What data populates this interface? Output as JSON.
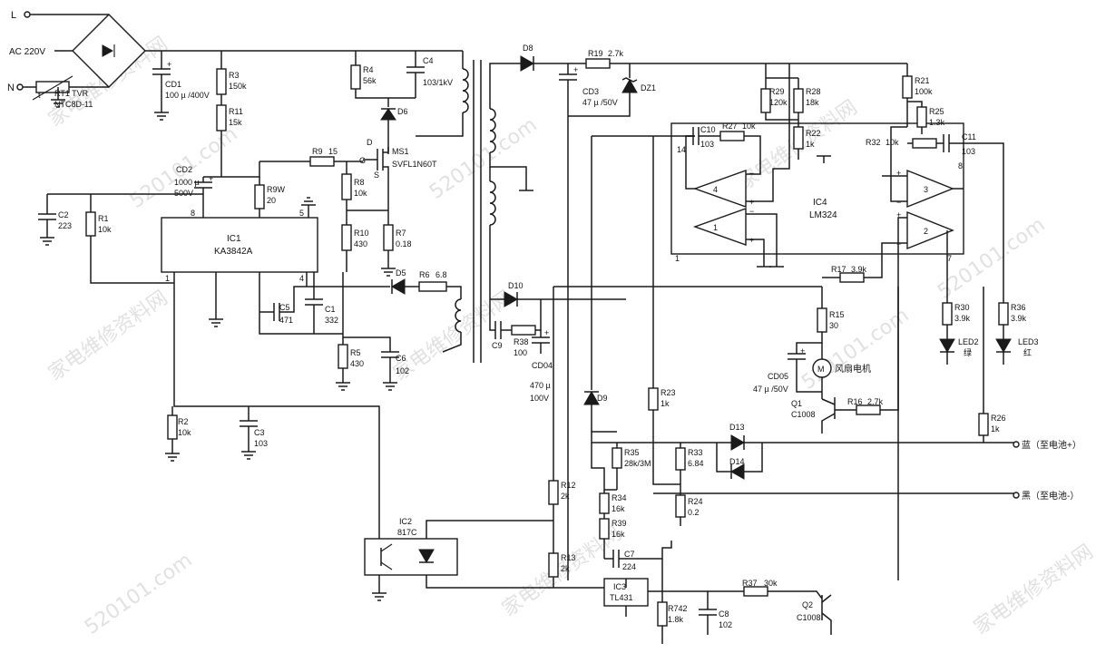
{
  "input": {
    "line_L": "L",
    "line_N": "N",
    "ac": "AC 220V",
    "rt1": "RT1 TVR",
    "rt1_val": "NTC8D-11",
    "rt1_t": "t"
  },
  "components": {
    "cd1": "CD1",
    "cd1_val": "100 µ /400V",
    "r3": "R3",
    "r3_val": "150k",
    "r11": "R11",
    "r11_val": "15k",
    "r4": "R4",
    "r4_val": "56k",
    "c4": "C4",
    "c4_val": "103/1kV",
    "d6": "D6",
    "ms1": "MS1",
    "ms1_val": "SVFL1N60T",
    "ms1_d": "D",
    "ms1_g": "G",
    "ms1_s": "S",
    "r9": "R9",
    "r9_val": "15",
    "r8": "R8",
    "r8_val": "10k",
    "r10": "R10",
    "r10_val": "430",
    "r7": "R7",
    "r7_val": "0.18",
    "d5": "D5",
    "r6": "R6",
    "r6_val": "6.8",
    "cd2": "CD2",
    "cd2_val1": "1000 µ",
    "cd2_val2": "500V",
    "r9w": "R9W",
    "r9w_val": "20",
    "c2": "C2",
    "c2_val": "223",
    "r1": "R1",
    "r1_val": "10k",
    "ic1": "IC1",
    "ic1_val": "KA3842A",
    "ic1_pin8": "8",
    "ic1_pin5": "5",
    "ic1_pin1": "1",
    "ic1_pin4": "4",
    "c5": "C5",
    "c5_val": "471",
    "c1": "C1",
    "c1_val": "332",
    "r5": "R5",
    "r5_val": "430",
    "c6": "C6",
    "c6_val": "102",
    "r2": "R2",
    "r2_val": "10k",
    "c3": "C3",
    "c3_val": "103",
    "d8": "D8",
    "r19": "R19",
    "r19_val": "2.7k",
    "c03": "CD3",
    "c03_val": "47 µ /50V",
    "dz1": "DZ1",
    "d10": "D10",
    "c9": "C9",
    "r38": "R38",
    "r38_val": "100",
    "cd04": "CD04",
    "cd04_val1": "470 µ",
    "cd04_val2": "100V",
    "d9": "D9",
    "r12": "R12",
    "r12_val": "2k",
    "r13": "R13",
    "r13_val": "2k",
    "ic2": "IC2",
    "ic2_val": "817C",
    "r29": "R29",
    "r29_val": "120k",
    "r28": "R28",
    "r28_val": "18k",
    "r22": "R22",
    "r22_val": "1k",
    "r21": "R21",
    "r21_val": "100k",
    "r25": "R25",
    "r25_val": "1.3k",
    "c10": "C10",
    "c10_val": "103",
    "r27": "R27",
    "r27_val": "10k",
    "r32": "R32",
    "r32_val": "10k",
    "c11": "C11",
    "c11_val": "103",
    "ic4": "IC4",
    "ic4_val": "LM324",
    "pin14": "14",
    "pin8": "8",
    "pin1": "1",
    "pin7": "7",
    "op4": "4",
    "op3": "3",
    "op1": "1",
    "op2": "2",
    "r17": "R17",
    "r17_val": "3.9k",
    "r15": "R15",
    "r15_val": "30",
    "cd05": "CD05",
    "cd05_val": "47 µ /50V",
    "fan": "风扇电机",
    "fan_m": "M",
    "q1": "Q1",
    "q1_val": "C1008",
    "r16": "R16",
    "r16_val": "2.7k",
    "r30": "R30",
    "r30_val": "3.9k",
    "r36": "R36",
    "r36_val": "3.9k",
    "led2": "LED2",
    "led2_color": "绿",
    "led3": "LED3",
    "led3_color": "红",
    "r23": "R23",
    "r23_val": "1k",
    "r35": "R35",
    "r35_val": "28k/3M",
    "r33": "R33",
    "r33_val": "6.84",
    "d13": "D13",
    "d14": "D14",
    "r26": "R26",
    "r26_val": "1k",
    "r24": "R24",
    "r24_val": "0.2",
    "r34": "R34",
    "r34_val": "16k",
    "r39": "R39",
    "r39_val": "16k",
    "c7": "C7",
    "c7_val": "224",
    "ic3": "IC3",
    "ic3_val": "TL431",
    "r742": "R742",
    "r742_val": "1.8k",
    "c8": "C8",
    "c8_val": "102",
    "r37": "R37",
    "r37_val": "30k",
    "q2": "Q2",
    "q2_val": "C1008"
  },
  "outputs": {
    "blue": "蓝（至电池+）",
    "black": "黑（至电池-）"
  },
  "watermark": {
    "site": "家电维修资料网",
    "domain": "520101.com"
  }
}
